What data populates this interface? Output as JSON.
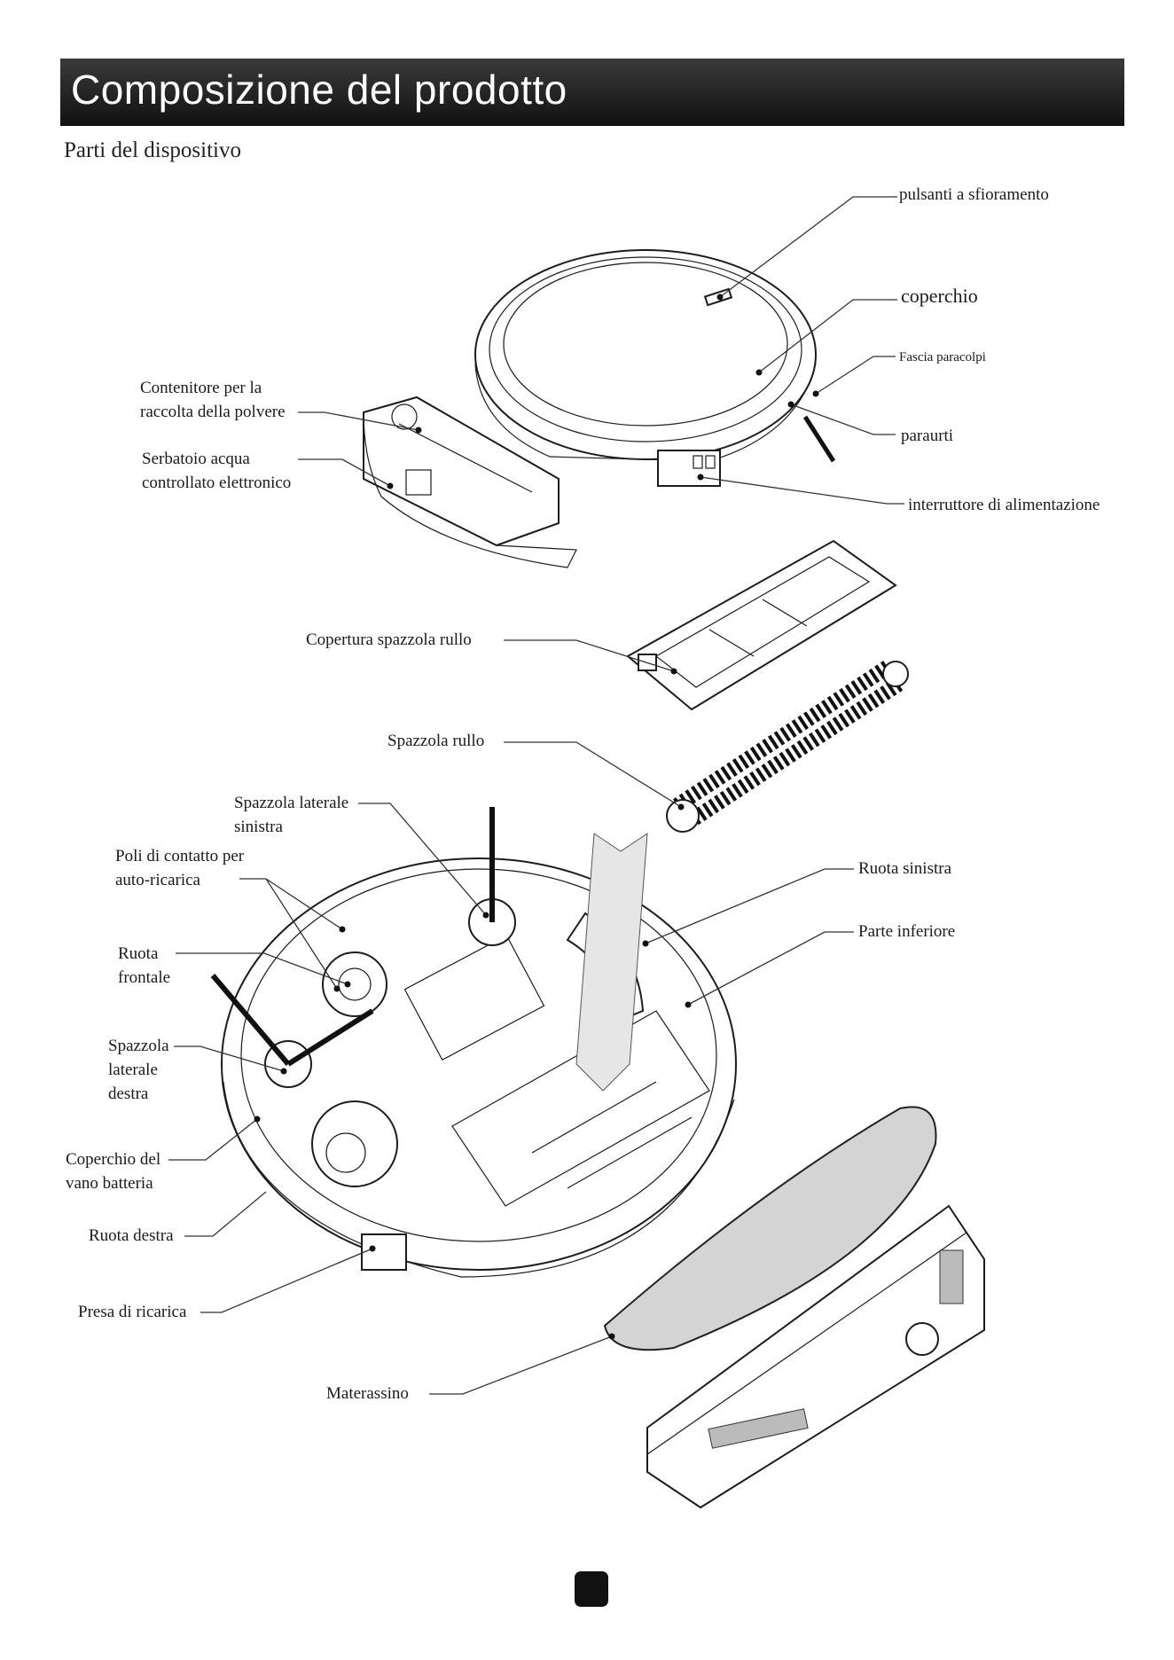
{
  "header": {
    "title": "Composizione del prodotto"
  },
  "subtitle": "Parti del dispositivo",
  "labels": {
    "touch_buttons": "pulsanti a sfioramento",
    "cover": "coperchio",
    "bumper_strip": "Fascia paracolpi",
    "bumper": "paraurti",
    "power_switch": "interruttore di alimentazione",
    "dustbin": "Contenitore per la raccolta della polvere",
    "water_tank": "Serbatoio acqua controllato elettronico",
    "roller_brush_cover": "Copertura spazzola rullo",
    "roller_brush": "Spazzola rullo",
    "left_side_brush": "Spazzola laterale sinistra",
    "charging_contacts": "Poli di contatto per auto-ricarica",
    "front_wheel": "Ruota frontale",
    "right_side_brush": "Spazzola laterale destra",
    "battery_cover": "Coperchio del vano batteria",
    "right_wheel": "Ruota destra",
    "charging_socket": "Presa di ricarica",
    "left_wheel": "Ruota sinistra",
    "bottom": "Parte inferiore",
    "mop_pad": "Materassino"
  }
}
